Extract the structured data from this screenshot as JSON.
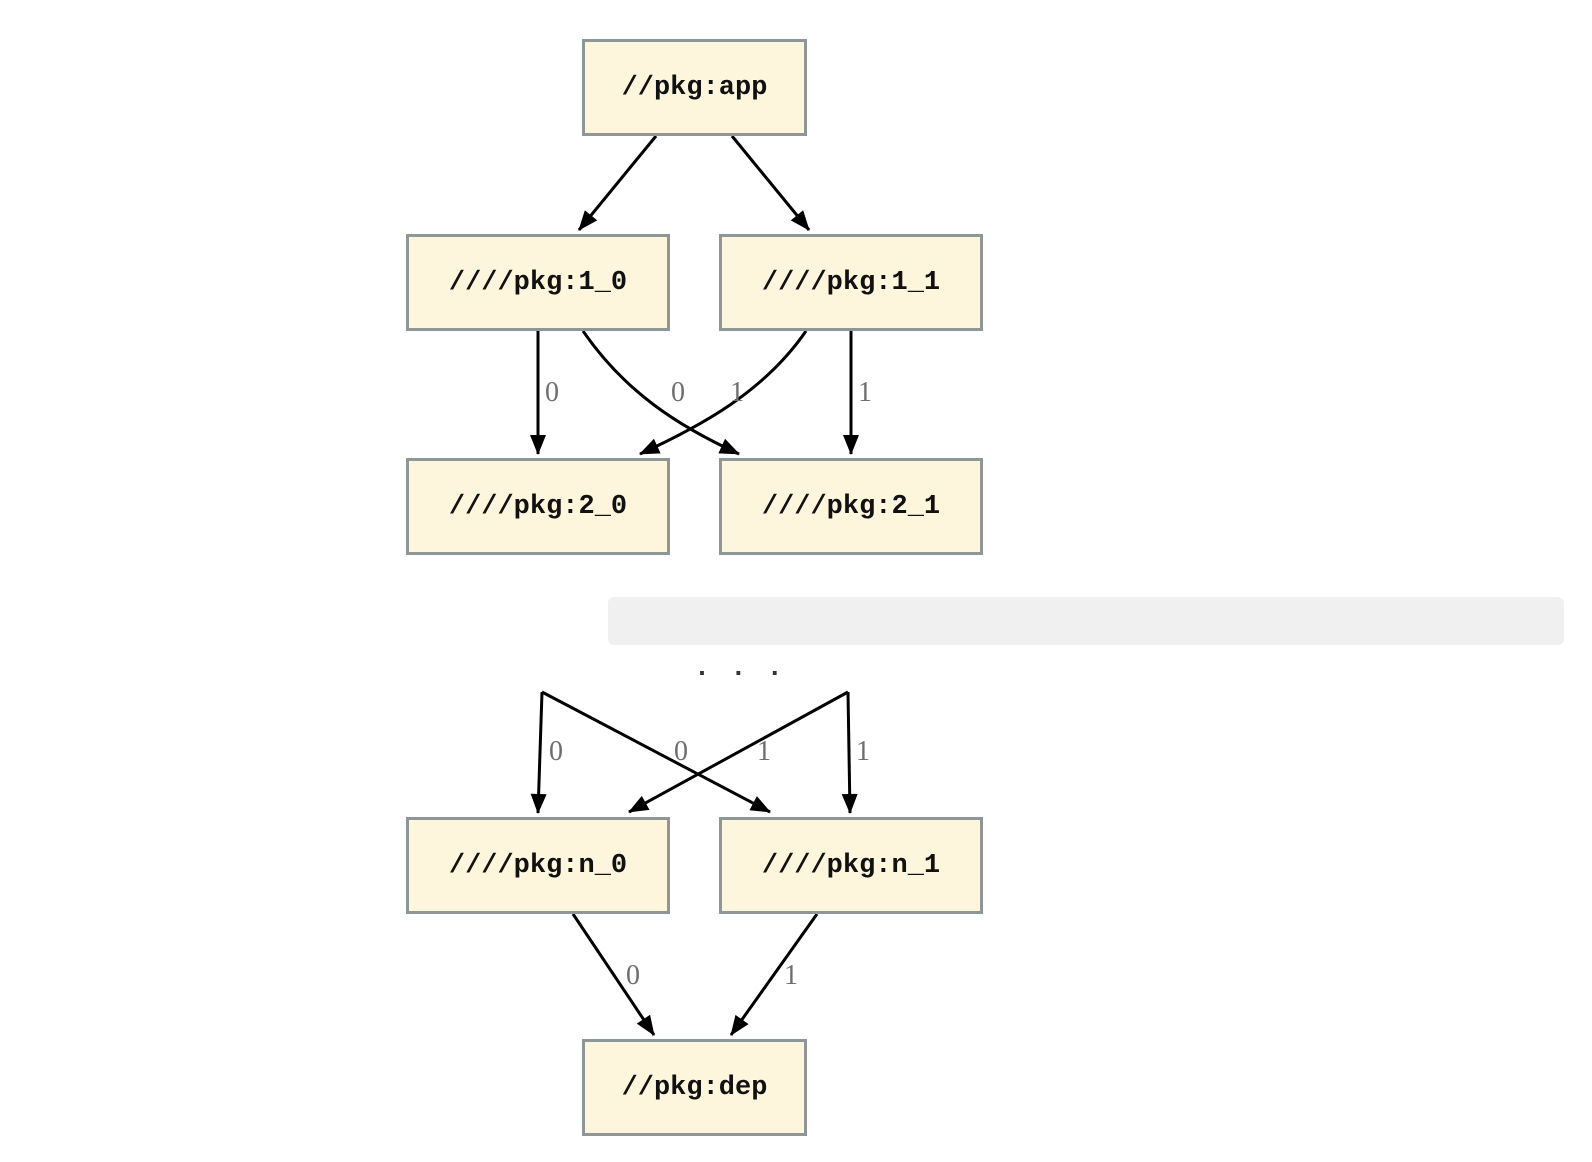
{
  "graph": {
    "nodes": {
      "app": "//pkg:app",
      "n1_0": "////pkg:1_0",
      "n1_1": "////pkg:1_1",
      "n2_0": "////pkg:2_0",
      "n2_1": "////pkg:2_1",
      "nn_0": "////pkg:n_0",
      "nn_1": "////pkg:n_1",
      "dep": "//pkg:dep"
    },
    "ellipsis": ". . .",
    "edge_labels": {
      "level1": [
        "0",
        "0",
        "1",
        "1"
      ],
      "level2": [
        "0",
        "0",
        "1",
        "1"
      ],
      "level3": [
        "0",
        "1"
      ]
    },
    "colors": {
      "node_fill": "#fdf6dd",
      "node_border": "#8f9697",
      "edge": "#000000",
      "edge_label": "#6e6e6e",
      "ellipsis_band_bg": "#f0f0f0"
    }
  }
}
